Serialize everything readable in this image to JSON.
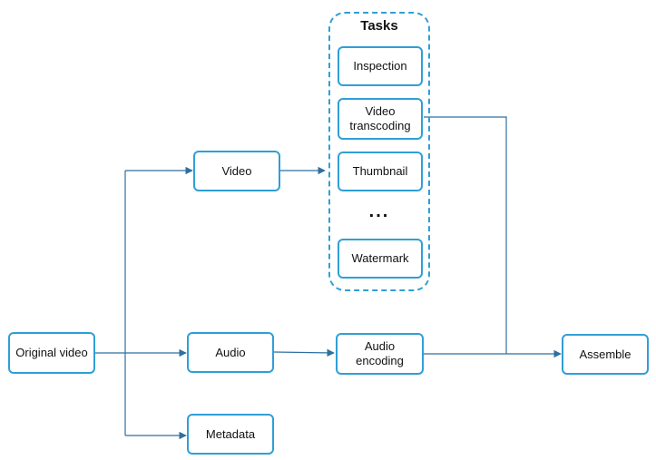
{
  "colors": {
    "accent": "#2f9fd6",
    "edge": "#2f6f9f"
  },
  "tasks_group": {
    "title": "Tasks",
    "items": [
      "Inspection",
      "Video\ntranscoding",
      "Thumbnail",
      "Watermark"
    ],
    "ellipsis": "..."
  },
  "nodes": {
    "original_video": "Original video",
    "video": "Video",
    "audio": "Audio",
    "metadata": "Metadata",
    "audio_encoding": "Audio\nencoding",
    "assemble": "Assemble"
  }
}
